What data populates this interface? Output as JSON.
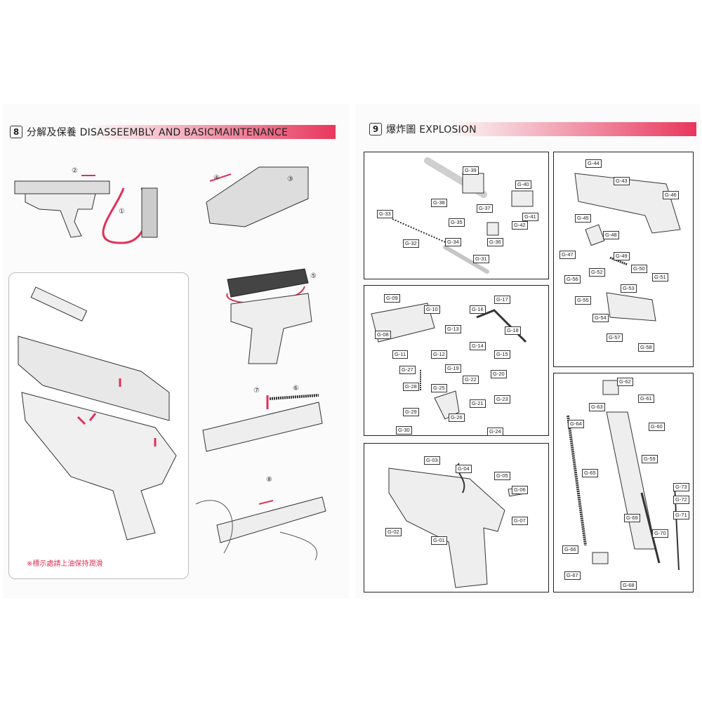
{
  "left_page": {
    "section_number": "8",
    "title": "分解及保養 DISASSEEMBLY AND BASICMAINTENANCE",
    "steps": [
      "①",
      "②",
      "③",
      "④",
      "⑤",
      "⑥",
      "⑦",
      "⑧"
    ],
    "note": "※標示處請上油保持潤滑"
  },
  "right_page": {
    "section_number": "9",
    "title": "爆炸圖 EXPLOSION",
    "box1_parts": [
      "G-39",
      "G-38",
      "G-40",
      "G-37",
      "G-41",
      "G-33",
      "G-35",
      "G-42",
      "G-34",
      "G-36",
      "G-32",
      "G-31"
    ],
    "box2_parts": [
      "G-44",
      "G-43",
      "G-46",
      "G-45",
      "G-48",
      "G-47",
      "G-49",
      "G-50",
      "G-52",
      "G-56",
      "G-51",
      "G-53",
      "G-55",
      "G-54",
      "G-57",
      "G-58"
    ],
    "box3_parts": [
      "G-09",
      "G-10",
      "G-17",
      "G-16",
      "G-08",
      "G-13",
      "G-18",
      "G-14",
      "G-11",
      "G-12",
      "G-15",
      "G-27",
      "G-19",
      "G-20",
      "G-22",
      "G-28",
      "G-25",
      "G-21",
      "G-23",
      "G-29",
      "G-26",
      "G-30",
      "G-24"
    ],
    "box4_parts": [
      "G-62",
      "G-61",
      "G-63",
      "G-64",
      "G-60",
      "G-65",
      "G-59",
      "G-73",
      "G-72",
      "G-69",
      "G-71",
      "G-70",
      "G-66",
      "G-67",
      "G-68"
    ],
    "box5_parts": [
      "G-03",
      "G-04",
      "G-05",
      "G-06",
      "G-02",
      "G-07",
      "G-01"
    ]
  }
}
